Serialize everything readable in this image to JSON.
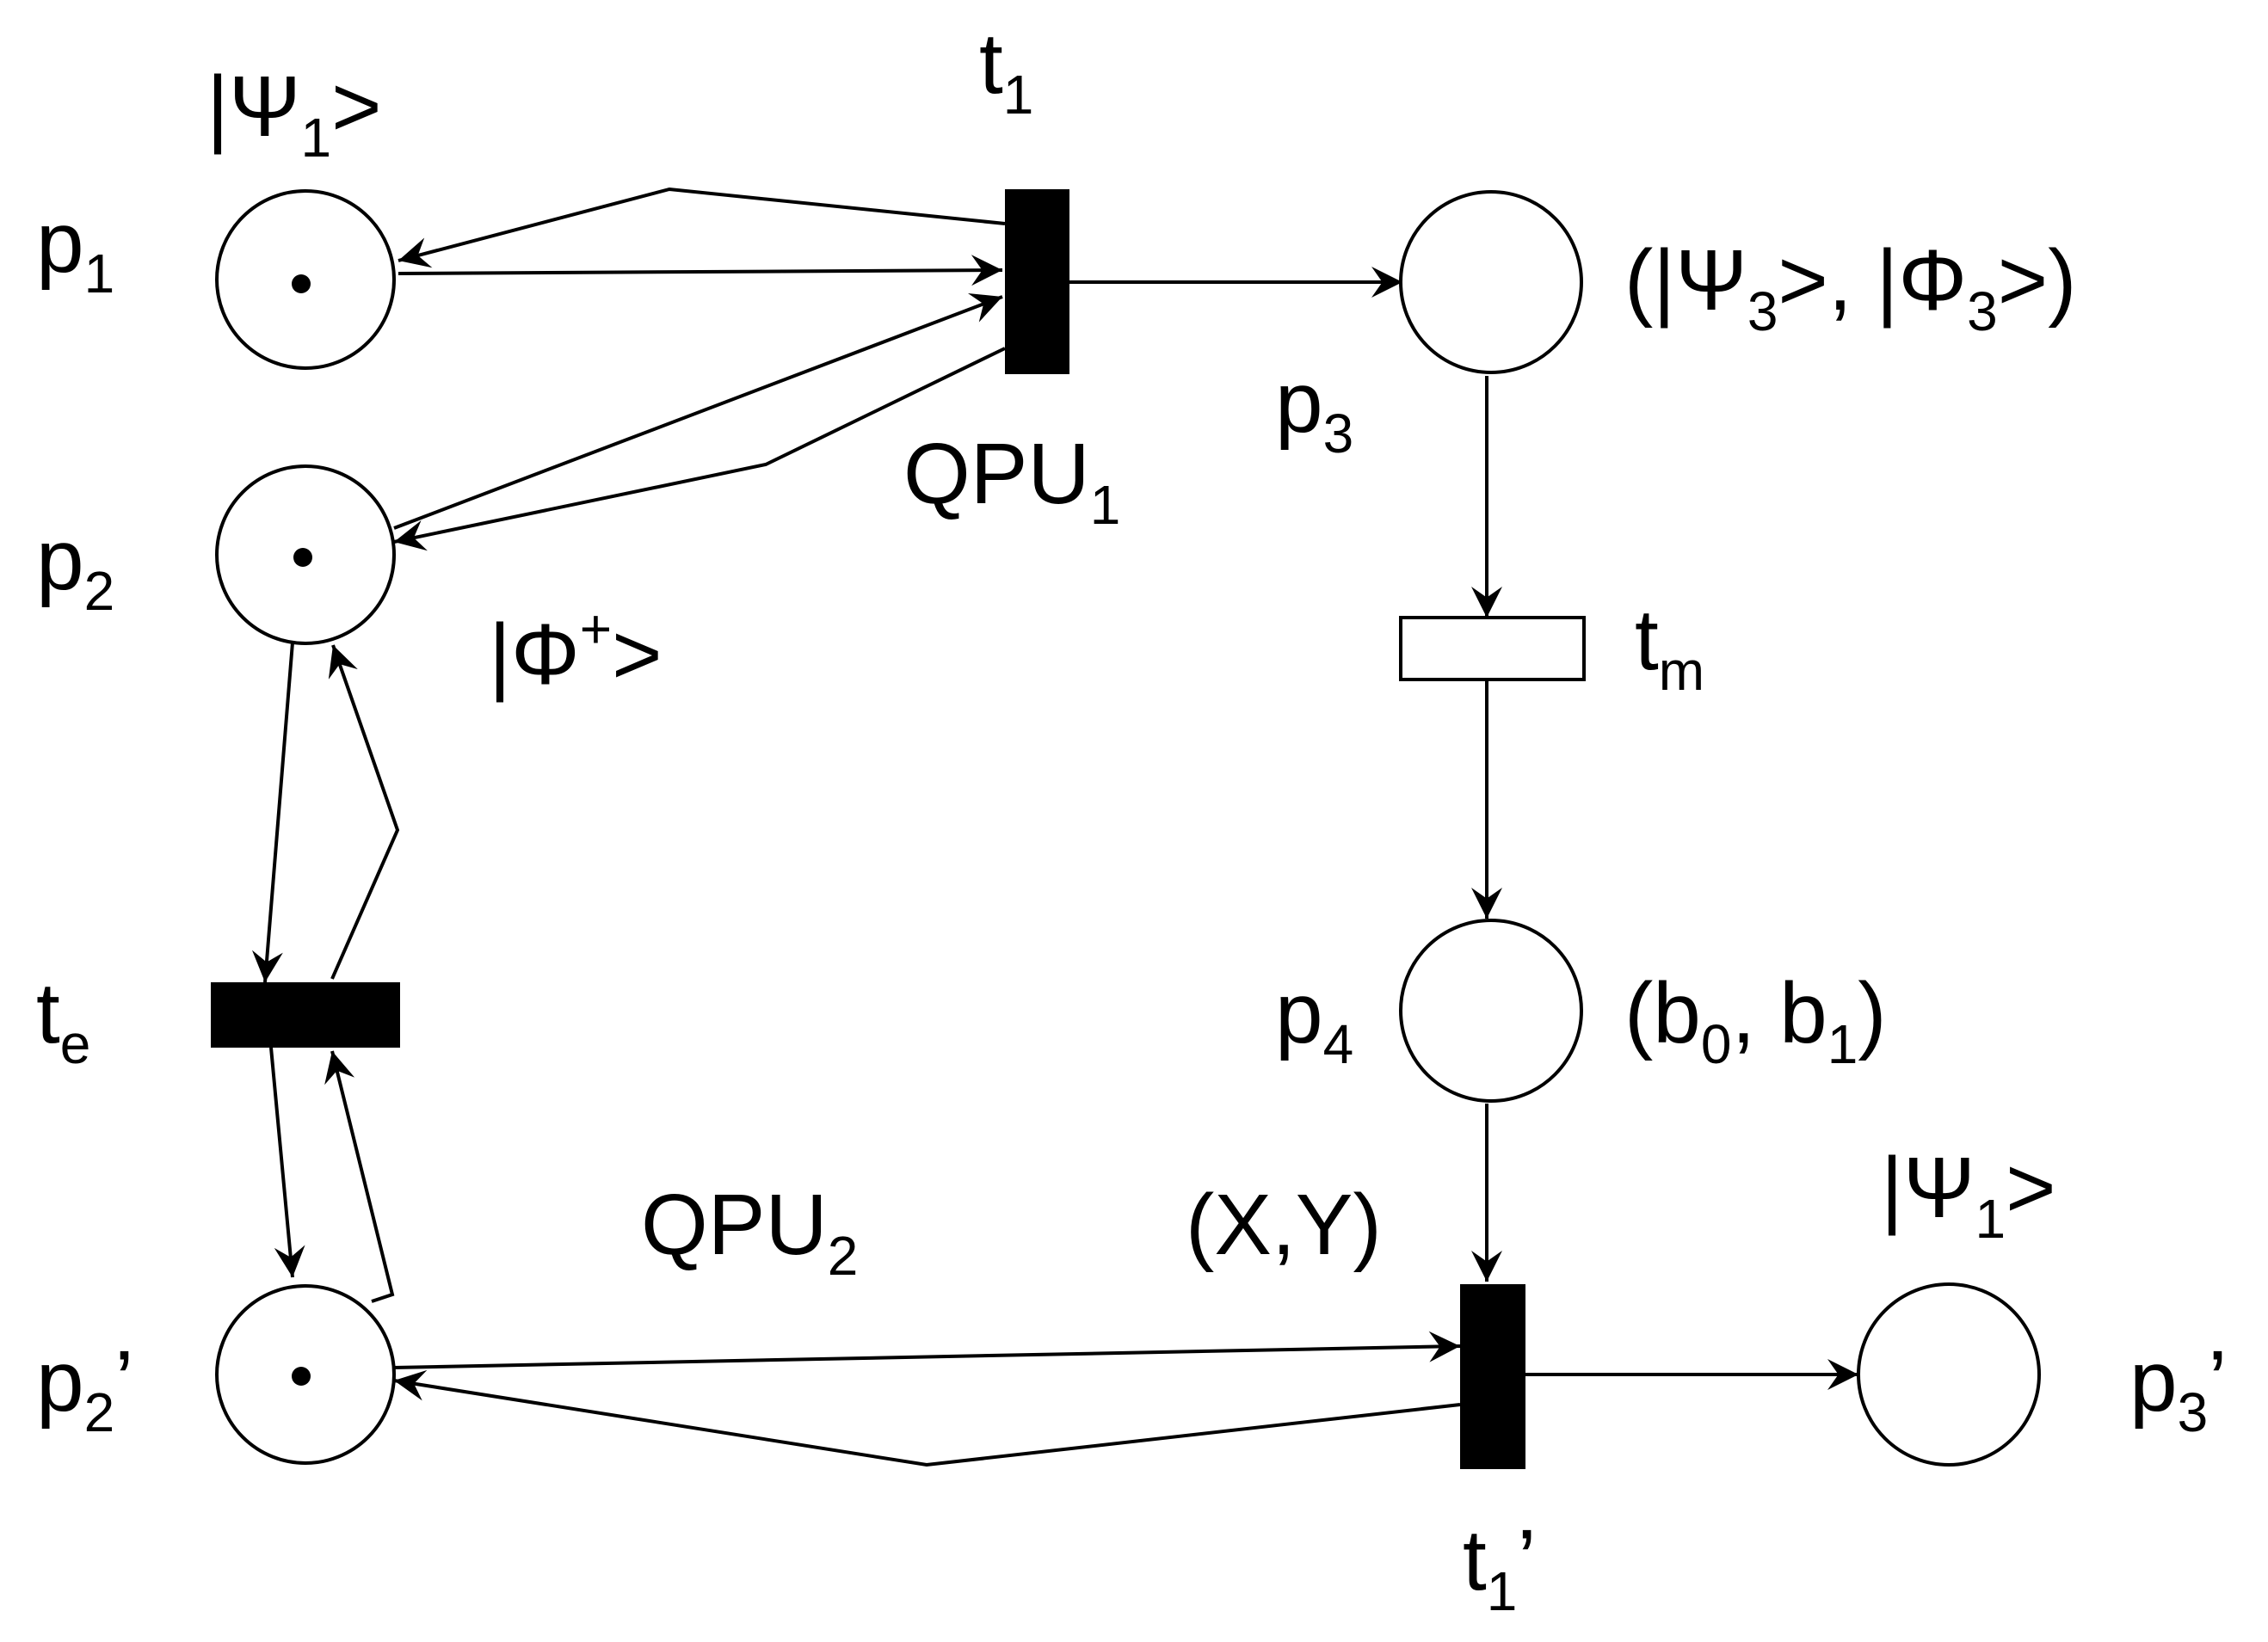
{
  "places": {
    "p1": {
      "label": "p",
      "sub": "1",
      "state": {
        "pre": "|Ψ",
        "sub": "1",
        "post": ">"
      }
    },
    "p2": {
      "label": "p",
      "sub": "2",
      "state": {
        "pre": "|Φ",
        "sup": "+",
        "post": ">"
      }
    },
    "p3": {
      "label": "p",
      "sub": "3",
      "state": {
        "a_pre": "(|Ψ",
        "a_sub": "3",
        "mid": ">, |Φ",
        "b_sub": "3",
        "post": ">)"
      }
    },
    "p4": {
      "label": "p",
      "sub": "4",
      "state": {
        "pre": "(b",
        "a_sub": "0",
        "mid": ", b",
        "b_sub": "1",
        "post": ")"
      }
    },
    "p2p": {
      "label": "p",
      "sub": "2",
      "prime": "’"
    },
    "p3p": {
      "label": "p",
      "sub": "3",
      "prime": "’",
      "state": {
        "pre": "|Ψ",
        "sub": "1",
        "post": ">"
      }
    }
  },
  "transitions": {
    "t1": {
      "label": "t",
      "sub": "1",
      "unit": {
        "name": "QPU",
        "sub": "1"
      }
    },
    "tm": {
      "label": "t",
      "sub": "m"
    },
    "te": {
      "label": "t",
      "sub": "e"
    },
    "t1p": {
      "label": "t",
      "sub": "1",
      "prime": "’",
      "annotation": "(X,Y)",
      "unit": {
        "name": "QPU",
        "sub": "2"
      }
    }
  },
  "colors": {
    "ink": "#000000",
    "background": "#ffffff"
  }
}
